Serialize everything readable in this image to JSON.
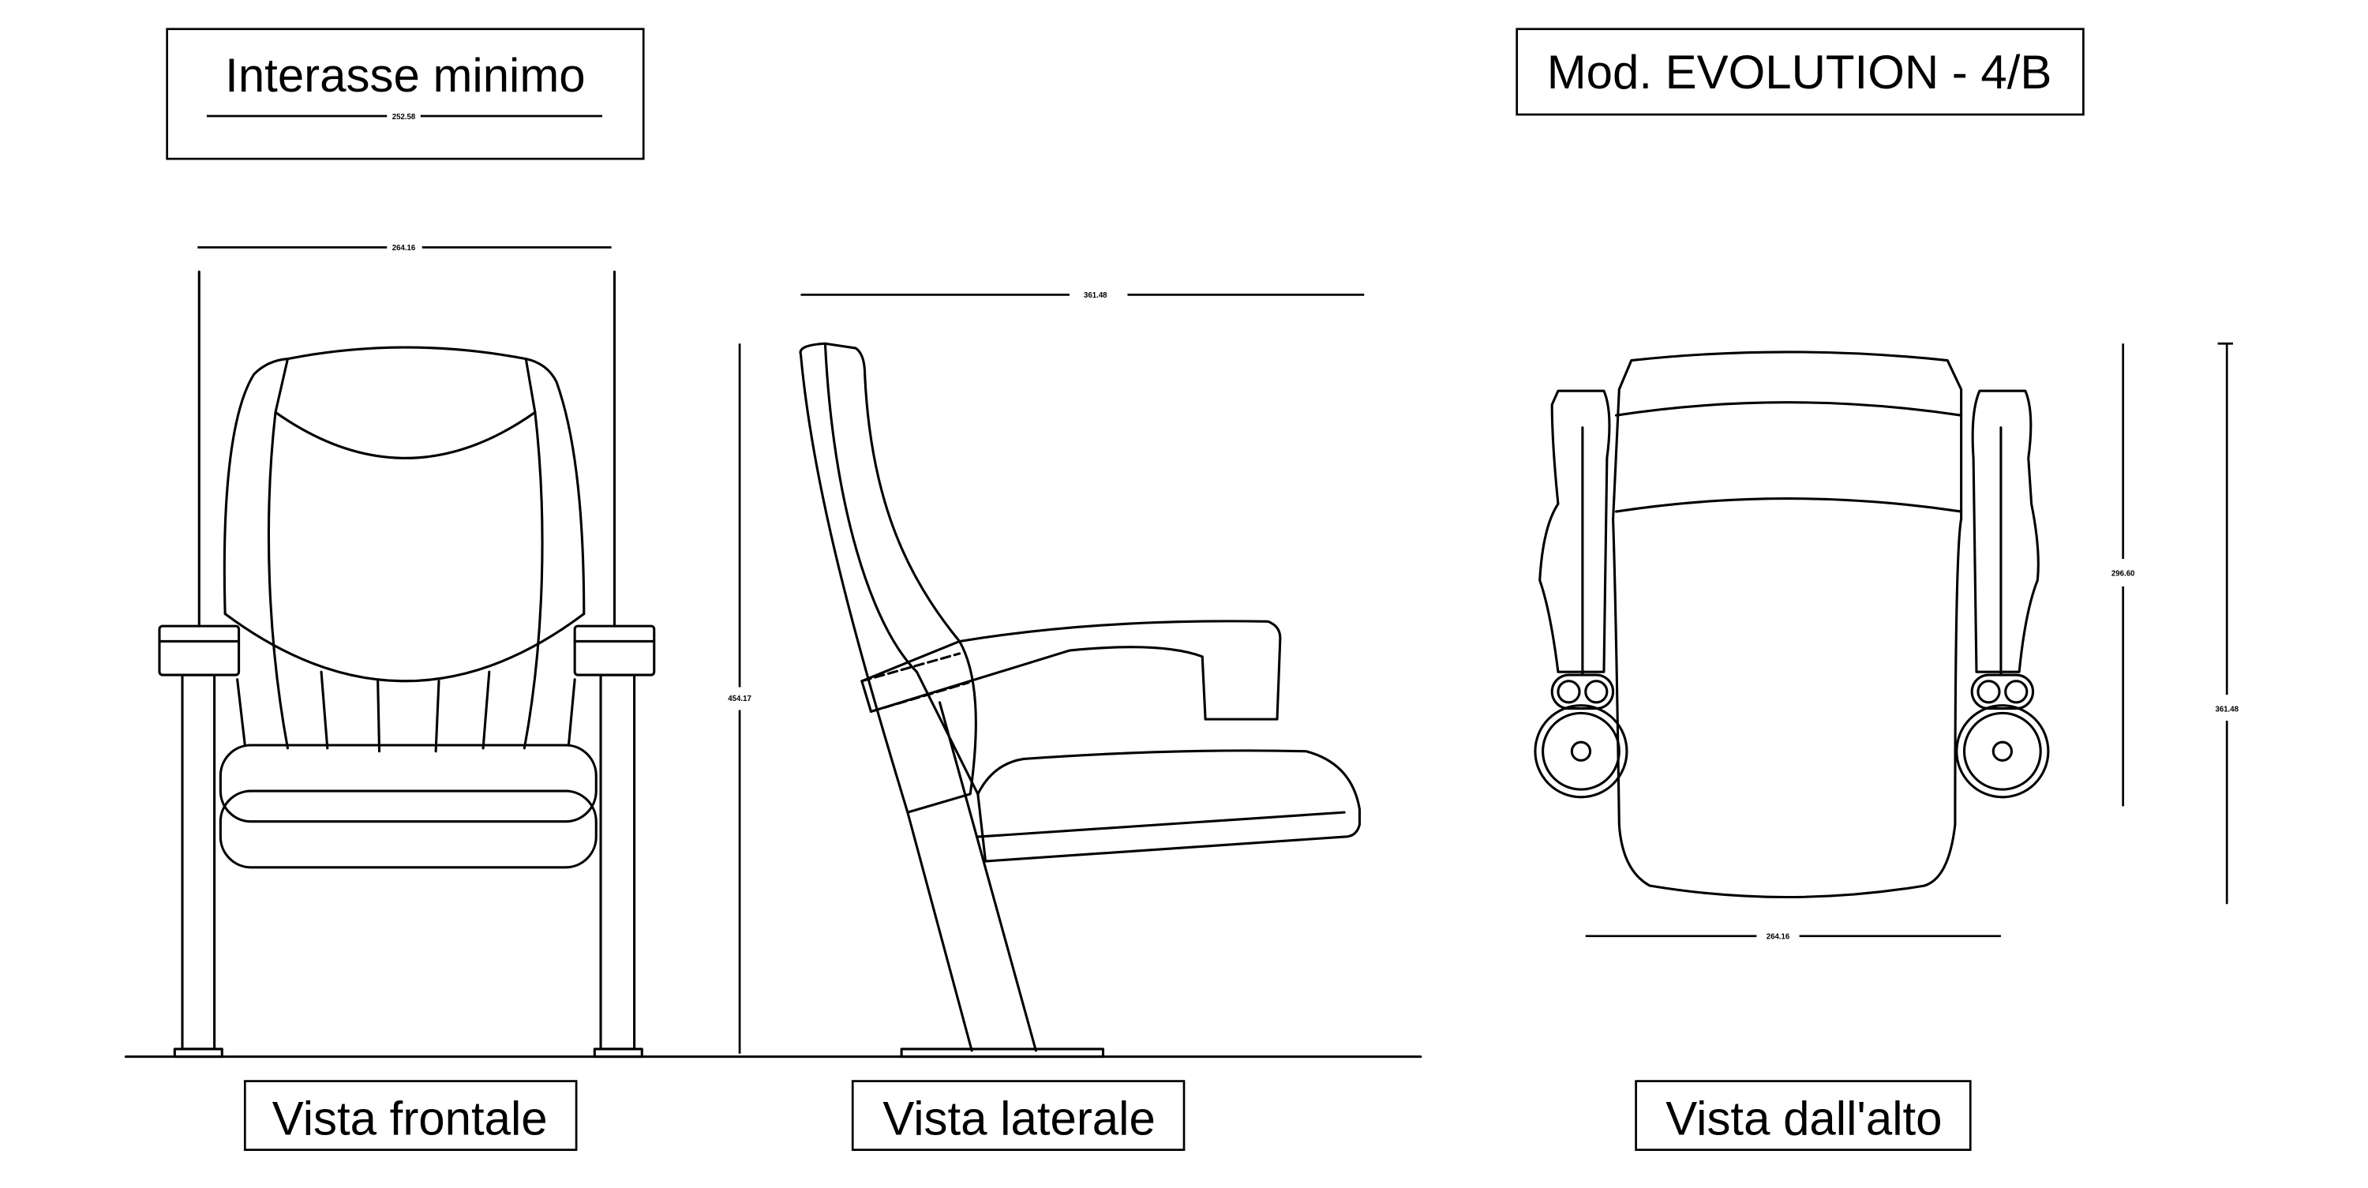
{
  "title_box": {
    "label": "Interasse minimo",
    "dimension": "252.58"
  },
  "model_box": {
    "label": "Mod. EVOLUTION - 4/B"
  },
  "views": {
    "front": {
      "label": "Vista frontale",
      "width_dim": "264.16",
      "height_dim": "454.17"
    },
    "side": {
      "label": "Vista laterale",
      "depth_dim": "361.48"
    },
    "top": {
      "label": "Vista dall'alto",
      "width_dim": "264.16",
      "inner_depth_dim": "296.60",
      "depth_dim": "361.48"
    }
  }
}
